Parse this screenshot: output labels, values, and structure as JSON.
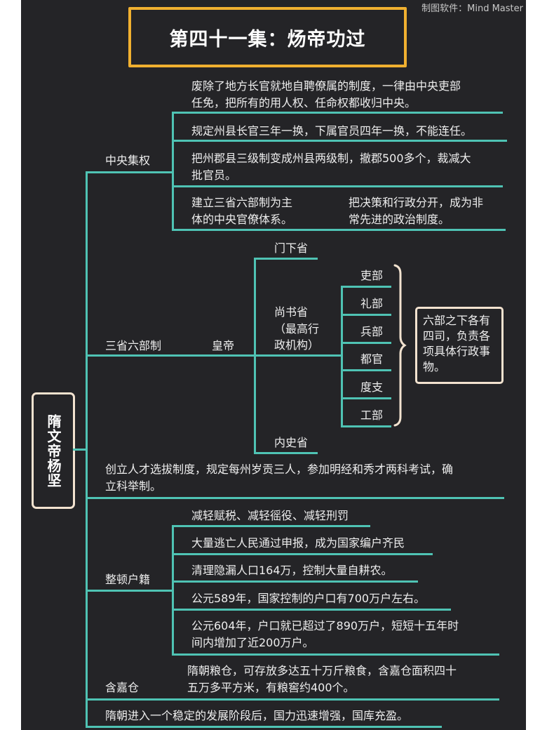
{
  "watermark": "制图软件：Mind Master",
  "title": "第四十一集：炀帝功过",
  "root": {
    "label": "隋文帝杨坚"
  },
  "colors": {
    "background": "#242427",
    "branch_line": "#4fc3b4",
    "title_border": "#f0b030",
    "box_border": "#f2e2cf",
    "text": "#eeeeee"
  },
  "branches": {
    "centralization": {
      "label": "中央集权",
      "items": [
        {
          "line1": "废除了地方长官就地自聘僚属的制度，一律由中央吏部",
          "line2": "任免，把所有的用人权、任命权都收归中央。"
        },
        {
          "line1": "规定州县长官三年一换，下属官员四年一换，不能连任。"
        },
        {
          "line1": "把州郡县三级制变成州县两级制，撤郡500多个，裁减大",
          "line2": "批官员。"
        },
        {
          "left": {
            "line1": "建立三省六部制为主",
            "line2": "体的中央官僚体系。"
          },
          "right": {
            "line1": "把决策和行政分开，成为非",
            "line2": "常先进的政治制度。"
          }
        }
      ]
    },
    "three_departments": {
      "label": "三省六部制",
      "emperor": "皇帝",
      "departments": {
        "menxia": "门下省",
        "shangshu": {
          "line1": "尚书省",
          "line2": "（最高行",
          "line3": "政机构）"
        },
        "neishi": "内史省"
      },
      "ministries": [
        "吏部",
        "礼部",
        "兵部",
        "都官",
        "度支",
        "工部"
      ],
      "note": "六部之下各有四司，负责各项具体行政事物。"
    },
    "imperial_exam": {
      "line1": "创立人才选拔制度，规定每州岁贡三人，参加明经和秀才两科考试，确",
      "line2": "立科举制。"
    },
    "household_registration": {
      "label": "整顿户籍",
      "items": [
        {
          "line1": "减轻赋税、减轻徭役、减轻刑罚"
        },
        {
          "line1": "大量逃亡人民通过申报，成为国家编户齐民"
        },
        {
          "line1": "清理隐漏人口164万，控制大量自耕农。"
        },
        {
          "line1": "公元589年，国家控制的户口有700万户左右。"
        },
        {
          "line1": "公元604年，户口就已超过了890万户，短短十五年时",
          "line2": "间内增加了近200万户。"
        }
      ]
    },
    "granary": {
      "label": "含嘉仓",
      "line1": "隋朝粮仓，可存放多达五十万斤粮食，含嘉仓面积四十",
      "line2": "五万多平方米，有粮窖约400个。"
    },
    "summary": {
      "line1": "隋朝进入一个稳定的发展阶段后，国力迅速增强，国库充盈。"
    }
  }
}
